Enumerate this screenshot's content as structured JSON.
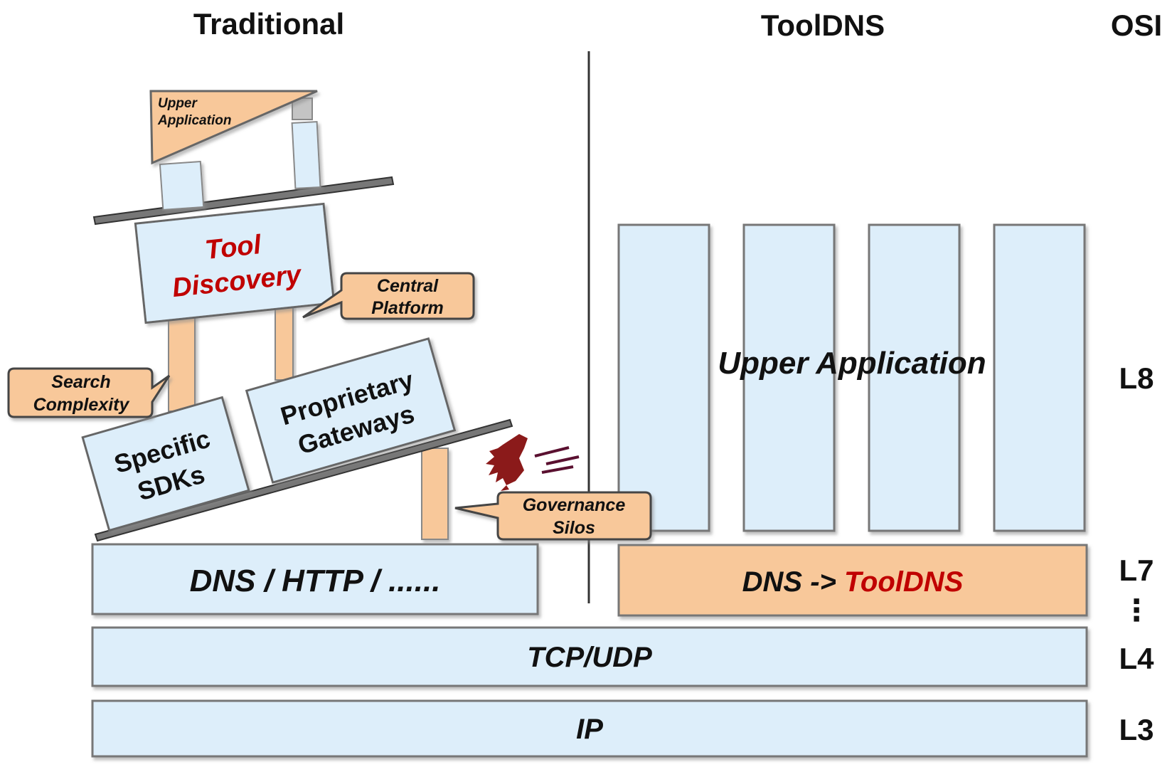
{
  "headers": {
    "traditional": "Traditional",
    "tooldns": "ToolDNS",
    "osi": "OSI"
  },
  "osi_levels": {
    "l8": "L8",
    "l7": "L7",
    "dots": "⋮",
    "l4": "L4",
    "l3": "L3"
  },
  "layers": {
    "dns_http": "DNS / HTTP / ......",
    "tcp_udp": "TCP/UDP",
    "ip": "IP",
    "dns_prefix": "DNS -> ",
    "tooldns_highlight": "ToolDNS",
    "upper_application": "Upper Application"
  },
  "traditional_stack": {
    "upper_app_line1": "Upper",
    "upper_app_line2": "Application",
    "tool_line1": "Tool",
    "tool_line2": "Discovery",
    "sdk_line1": "Specific",
    "sdk_line2": "SDKs",
    "gw_line1": "Proprietary",
    "gw_line2": "Gateways"
  },
  "callouts": {
    "central_line1": "Central",
    "central_line2": "Platform",
    "search_line1": "Search",
    "search_line2": "Complexity",
    "gov_line1": "Governance",
    "gov_line2": "Silos"
  },
  "colors": {
    "light_blue": "#ddeefa",
    "orange": "#f8c89a",
    "accent_red": "#c00000",
    "eagle": "#8b1a1a"
  }
}
